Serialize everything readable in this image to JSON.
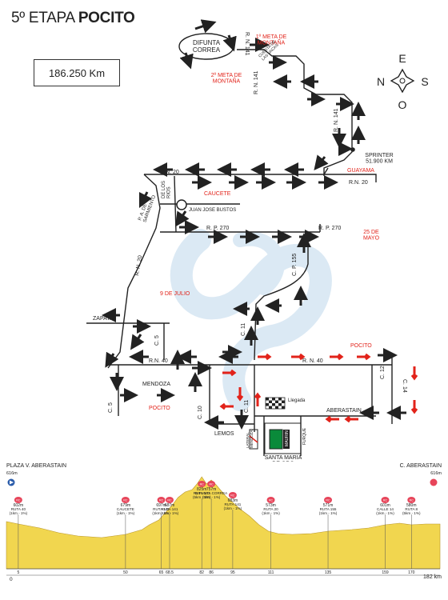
{
  "header": {
    "stage_prefix": "5º ETAPA",
    "stage_name": "POCITO",
    "distance": "186.250 Km"
  },
  "compass": {
    "north": "N",
    "south": "S",
    "east": "E",
    "west": "O"
  },
  "map_labels": {
    "difunta_correa": "DIFUNTA\nCORREA",
    "meta1": "1º META DE\nMONTAÑA",
    "meta2": "2º META DE\nMONTAÑA",
    "cuesta": "CUESTA DE\nLAS VACAS",
    "rn141_top": "R. N. 141",
    "rn141_mid": "R. N. 141",
    "sprinter": "SPRINTER\n51.900 KM",
    "rn20_top": "R.N. 20",
    "rn20_right": "R.N. 20",
    "guayama": "GUAYAMA",
    "caucete": "CAUCETE",
    "de_los_rios": "DE LOS\nRIOS",
    "pa_sarmiento": "P. A. DE\nSARMIENTO",
    "juan_jose_bustos": "JUAN JOSE BUSTOS",
    "rp270_left": "R. P. 270",
    "rp270_right": "R. P. 270",
    "veinticinco_mayo": "25 DE\nMAYO",
    "cp155": "C. P. 155",
    "rn20_left": "R. N. 20",
    "nueve_julio": "9 DE JULIO",
    "zapata": "ZAPATA",
    "c5_upper": "C. 5",
    "c11_upper": "C. 11",
    "pocito_right": "POCITO",
    "rn40_left": "R.N. 40",
    "rn40_right": "R. N. 40",
    "c12": "C. 12",
    "c14": "C. 14",
    "mendoza": "MENDOZA",
    "pocito_left": "POCITO",
    "llegada": "Llegada",
    "aberastain": "ABERASTAIN",
    "c5_lower": "C. 5",
    "c10": "C. 10",
    "c11_lower": "C. 11",
    "lemos": "LEMOS",
    "lateral_mendoza": "LATERAL\nMENDOZA",
    "maurin": "MAURIN",
    "furque": "FURQUE",
    "santa_maria": "SANTA MARIA\nDE ORO"
  },
  "profile": {
    "start_place": "PLAZA V. ABERASTAIN",
    "start_alt": "616m",
    "end_place": "C. ABERASTAIN",
    "end_alt": "616m",
    "points": [
      {
        "km": 5,
        "label": "5",
        "alt": "602m",
        "desc": "RUTA 40\n(1km - 1%)",
        "icon": "RC"
      },
      {
        "km": 50,
        "label": "50",
        "alt": "679m",
        "desc": "CAUCETE\n(1km - 1%)",
        "icon": "RC"
      },
      {
        "km": 65,
        "label": "65",
        "alt": "697m",
        "desc": "RUTA 141\n(1km - 1%)",
        "icon": "RC"
      },
      {
        "km": 68.5,
        "label": "68.5",
        "alt": "687m",
        "desc": "RUTA 141\n(1km - 1%)",
        "icon": "RC"
      },
      {
        "km": 82,
        "label": "82",
        "alt": "825m",
        "desc": "RUTA 141\n(5km - 1%)",
        "icon": "RC"
      },
      {
        "km": 86,
        "label": "86",
        "alt": "757m",
        "desc": "DIFUNTA CORREA\n(5km - 1%)",
        "icon": "RC"
      },
      {
        "km": 95,
        "label": "95",
        "alt": "683m",
        "desc": "RUTA 141\n(1km - 1%)",
        "icon": "RC"
      },
      {
        "km": 111,
        "label": "111",
        "alt": "573m",
        "desc": "RUTA 20\n(1km - 1%)",
        "icon": "RC"
      },
      {
        "km": 135,
        "label": "135",
        "alt": "571m",
        "desc": "RUTA 155\n(1km - 1%)",
        "icon": "RC"
      },
      {
        "km": 159,
        "label": "159",
        "alt": "601m",
        "desc": "CALLE 14\n(1km - 1%)",
        "icon": "RC"
      },
      {
        "km": 170,
        "label": "170",
        "alt": "580m",
        "desc": "RUTA 8\n(5km - 1%)",
        "icon": "RC"
      }
    ],
    "axis_start": "0",
    "axis_end": "182 km"
  },
  "colors": {
    "road": "#222222",
    "red": "#e2231a",
    "profile_fill": "#f1d64f",
    "profile_dark": "#d2a94a",
    "watermark": "#dbe9f4"
  }
}
